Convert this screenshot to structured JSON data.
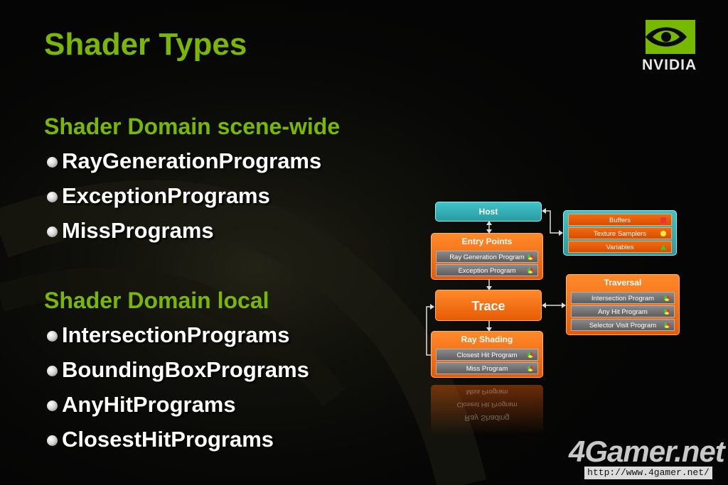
{
  "slide": {
    "title": "Shader Types",
    "brand": "NVIDIA",
    "sections": [
      {
        "heading": "Shader Domain scene-wide",
        "items": [
          "RayGenerationPrograms",
          "ExceptionPrograms",
          "MissPrograms"
        ]
      },
      {
        "heading": "Shader Domain local",
        "items": [
          "IntersectionPrograms",
          "BoundingBoxPrograms",
          "AnyHitPrograms",
          "ClosestHitPrograms"
        ]
      }
    ]
  },
  "diagram": {
    "host": "Host",
    "resources": {
      "items": [
        "Buffers",
        "Texture Samplers",
        "Variables"
      ]
    },
    "entry_points": {
      "title": "Entry Points",
      "items": [
        "Ray Generation Program",
        "Exception Program"
      ]
    },
    "trace": "Trace",
    "traversal": {
      "title": "Traversal",
      "items": [
        "Intersection Program",
        "Any Hit Program",
        "Selector Visit Program"
      ]
    },
    "ray_shading": {
      "title": "Ray Shading",
      "items": [
        "Closest Hit Program",
        "Miss Program"
      ]
    }
  },
  "watermark": {
    "site": "4Gamer.net",
    "url": "http://www.4gamer.net/"
  },
  "colors": {
    "accent_green": "#7ab800",
    "diagram_orange": "#f26a10",
    "diagram_teal": "#3fb5bb"
  }
}
